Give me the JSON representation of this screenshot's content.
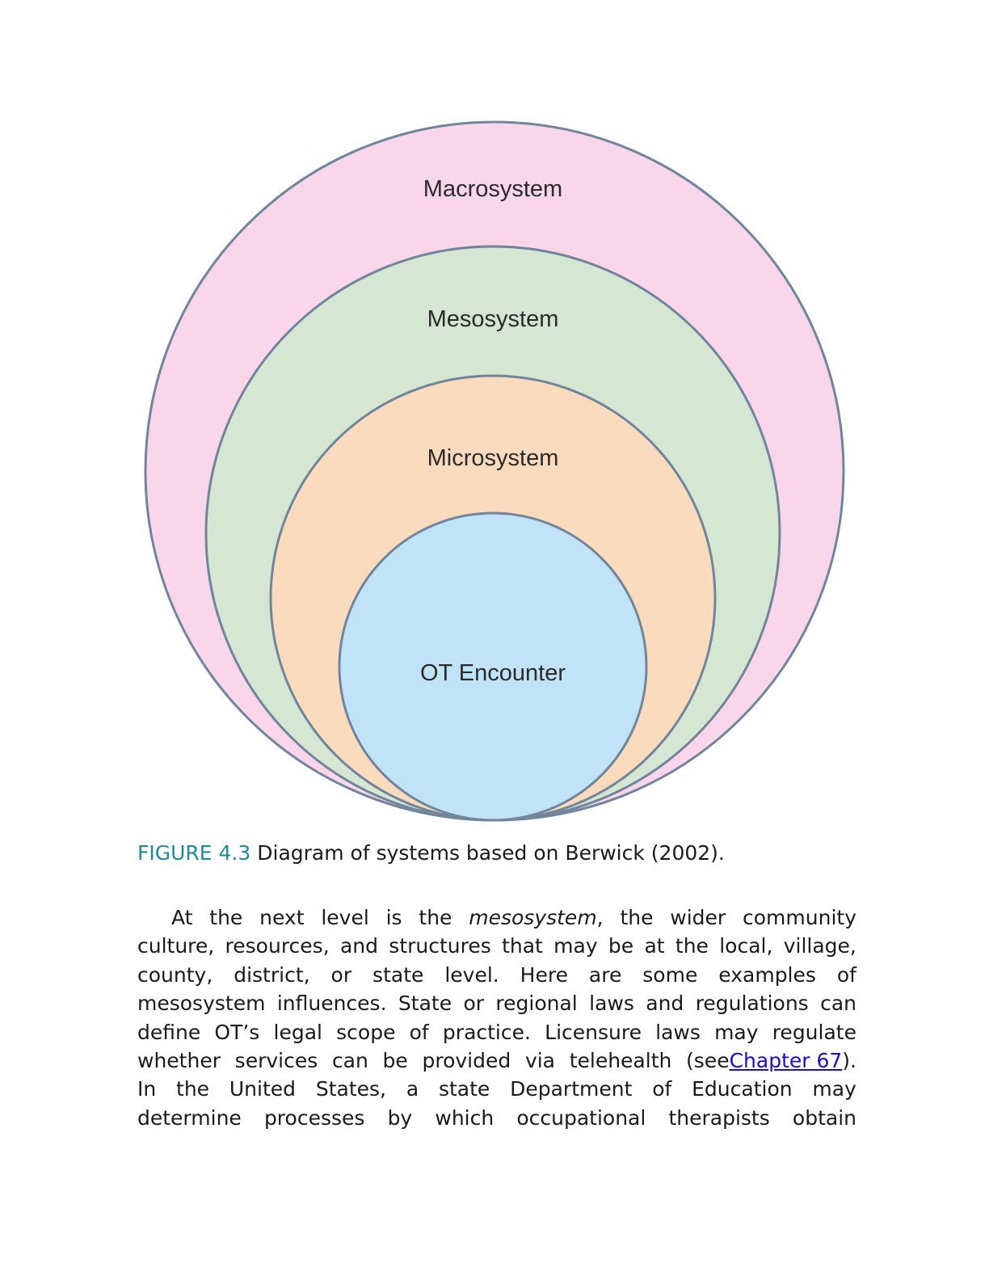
{
  "diagram": {
    "rings": [
      {
        "label": "Macrosystem",
        "fill": "#f9d6ea",
        "stroke": "#71859c"
      },
      {
        "label": "Mesosystem",
        "fill": "#d5e6d3",
        "stroke": "#71859c"
      },
      {
        "label": "Microsystem",
        "fill": "#fbdbbd",
        "stroke": "#71859c"
      },
      {
        "label": "OT Encounter",
        "fill": "#c0e3f7",
        "stroke": "#71859c"
      }
    ]
  },
  "caption": {
    "number": "FIGURE 4.3",
    "text": " Diagram of systems based on Berwick (2002)."
  },
  "paragraph": {
    "lines": [
      [
        "At",
        "the",
        "next",
        "level",
        "is",
        "the",
        "mesosystem,",
        "the",
        "wider",
        "community"
      ],
      [
        "culture,",
        "resources,",
        "and",
        "structures",
        "that",
        "may",
        "be",
        "at",
        "the",
        "local,",
        "village,"
      ],
      [
        "county,",
        "district,",
        "or",
        "state",
        "level.",
        "Here",
        "are",
        "some",
        "examples",
        "of"
      ],
      [
        "mesosystem",
        "influences.",
        "State",
        "or",
        "regional",
        "laws",
        "and",
        "regulations",
        "can"
      ],
      [
        "define",
        "OT’s",
        "legal",
        "scope",
        "of",
        "practice.",
        "Licensure",
        "laws",
        "may",
        "regulate"
      ],
      [
        "whether",
        "services",
        "can",
        "be",
        "provided",
        "via",
        "telehealth",
        "(see"
      ],
      [
        "In",
        "the",
        "United",
        "States,",
        "a",
        "state",
        "Department",
        "of",
        "Education",
        "may"
      ],
      [
        "determine",
        "processes",
        "by",
        "which",
        "occupational",
        "therapists",
        "obtain"
      ]
    ],
    "link_text": "Chapter 67",
    "link_suffix": ")."
  }
}
